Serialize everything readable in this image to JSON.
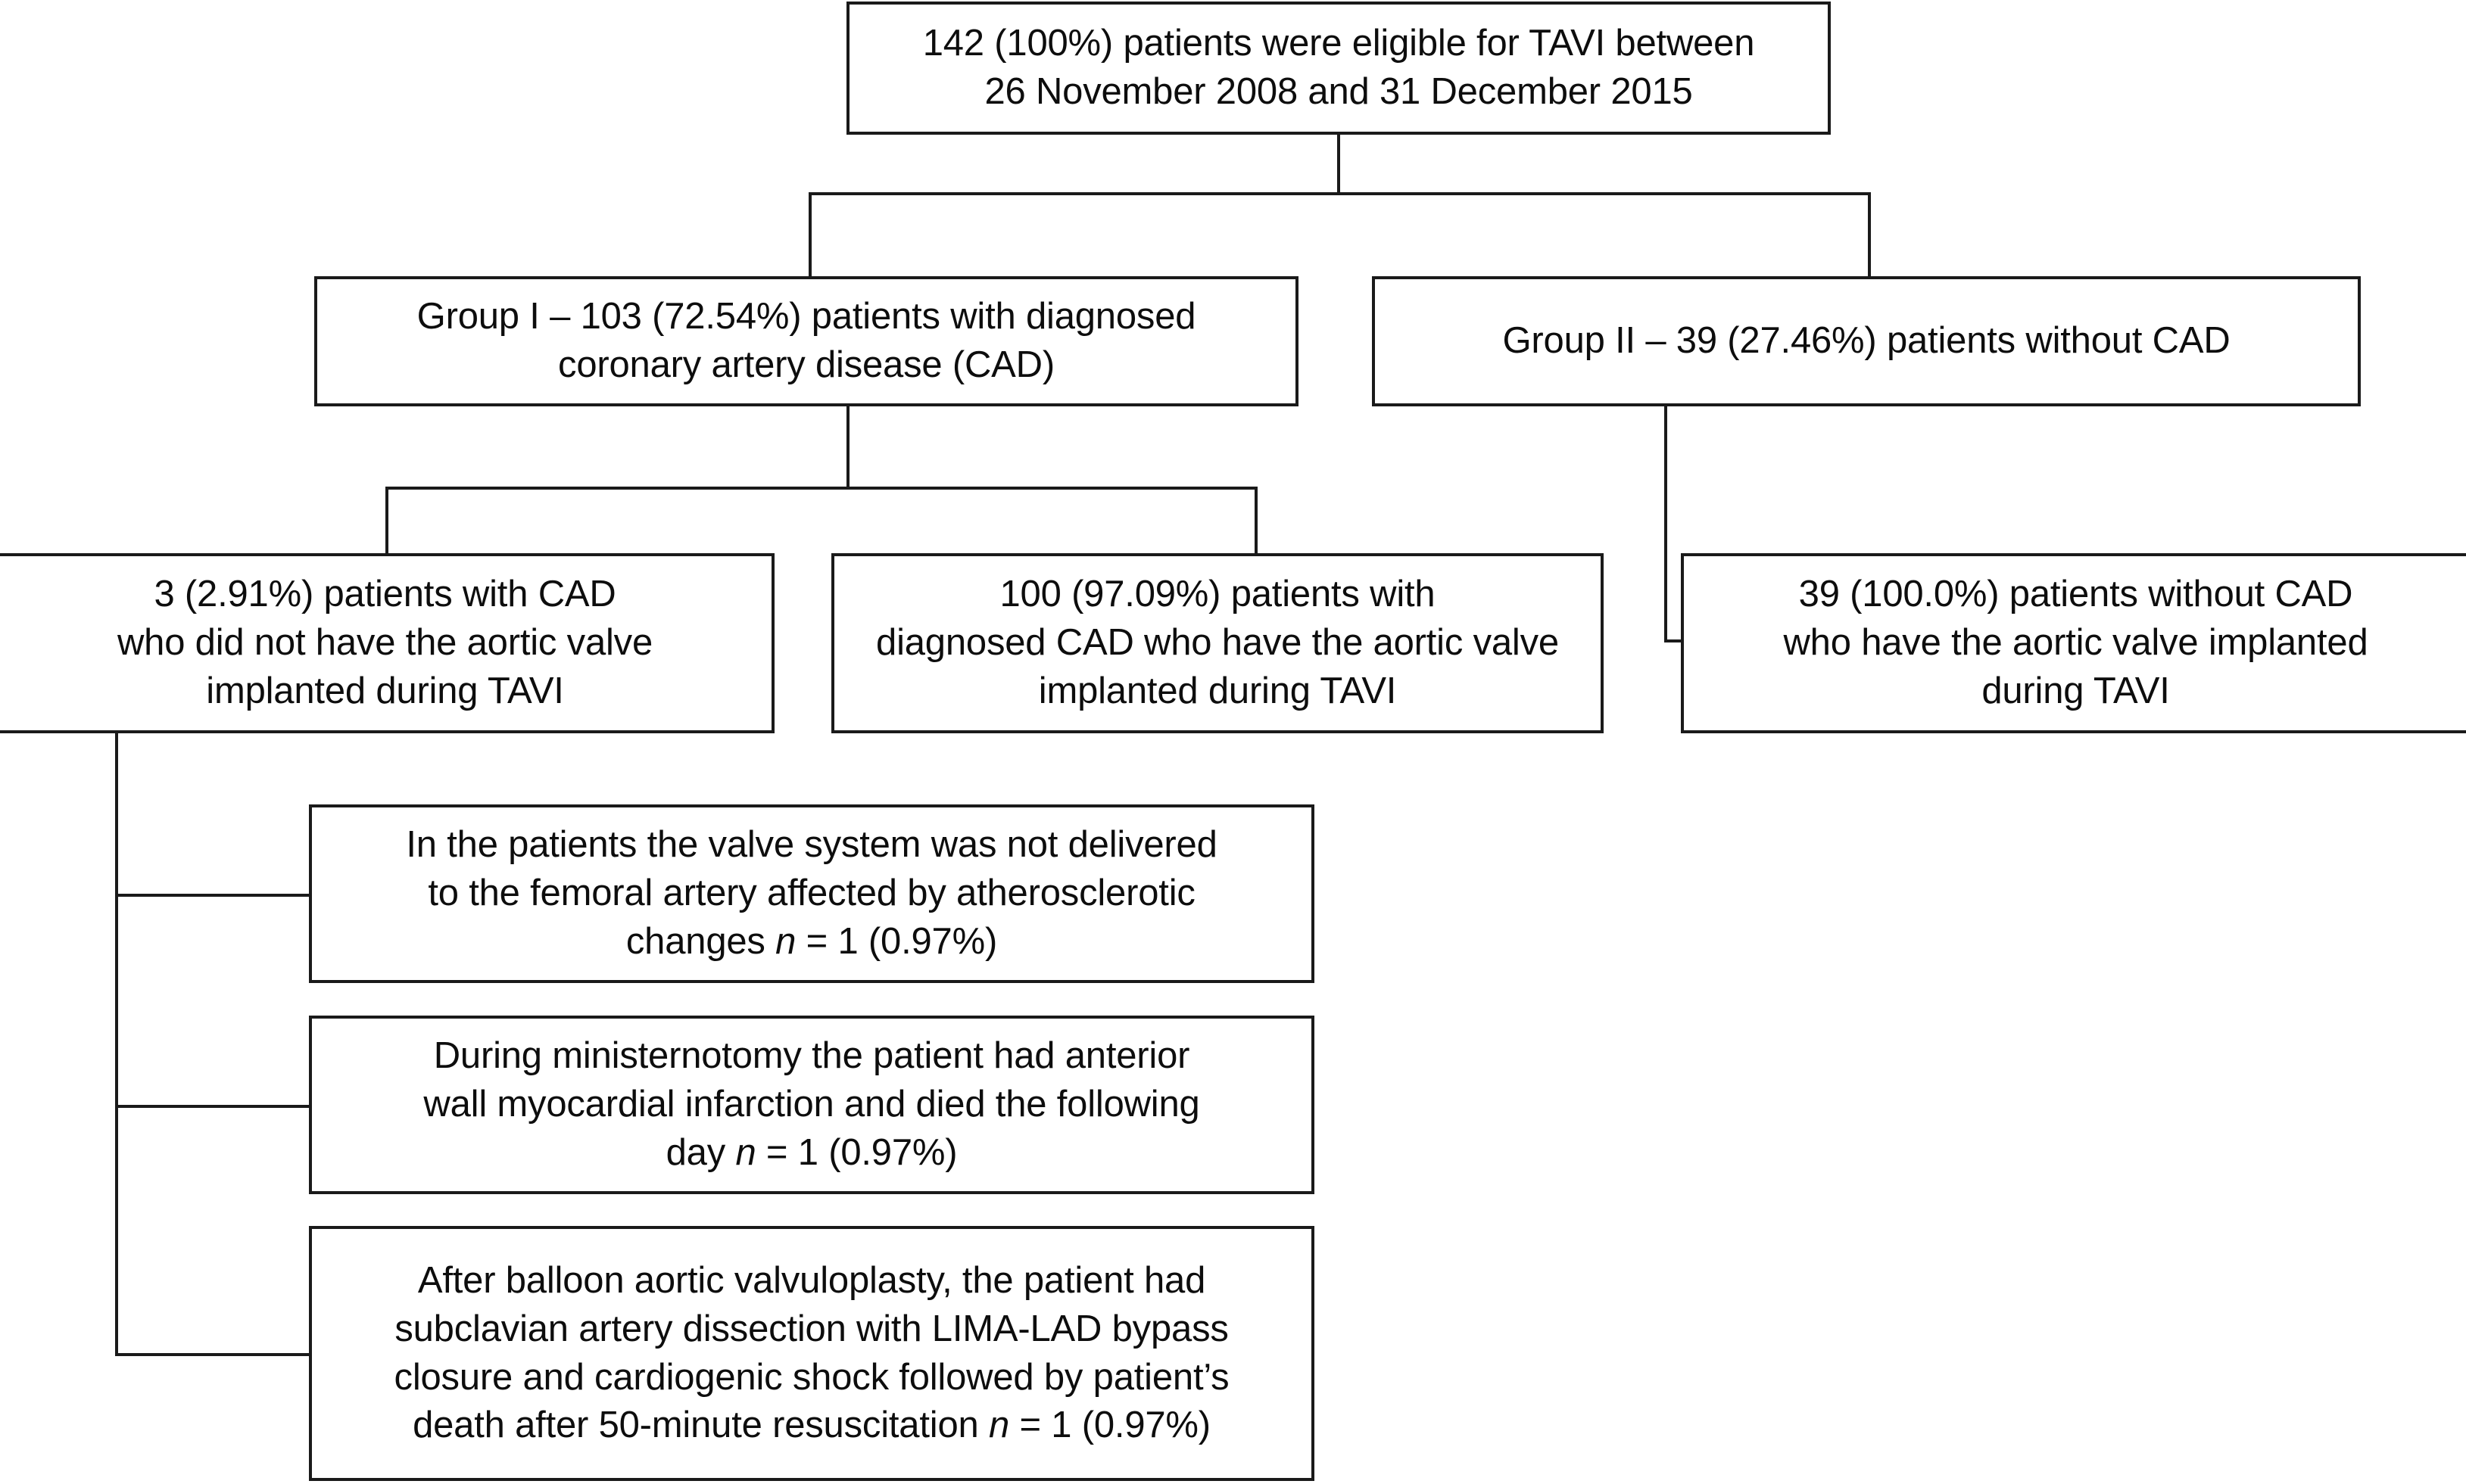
{
  "diagram": {
    "title": "TAVI patient flow diagram",
    "colors": {
      "stroke": "#1a1a1a",
      "text": "#0d0d0d",
      "background": "#ffffff"
    },
    "nodes": {
      "root": {
        "id": "eligible-patients",
        "line1": "142 (100%) patients were eligible for TAVI between",
        "line2": "26 November 2008 and 31 December 2015",
        "count": 142,
        "percent": "100%"
      },
      "group1": {
        "id": "group-one",
        "line1": "Group I – 103 (72.54%) patients with diagnosed",
        "line2": "coronary artery disease (CAD)",
        "count": 103,
        "percent": "72.54%"
      },
      "group2": {
        "id": "group-two",
        "line1": "Group II – 39 (27.46%) patients without CAD",
        "count": 39,
        "percent": "27.46%"
      },
      "g1_no_implant": {
        "id": "cad-no-valve-implanted",
        "line1": "3 (2.91%) patients with CAD",
        "line2": "who did not have the aortic valve",
        "line3": "implanted during TAVI",
        "count": 3,
        "percent": "2.91%"
      },
      "g1_implant": {
        "id": "cad-valve-implanted",
        "line1": "100 (97.09%) patients with",
        "line2": "diagnosed CAD who have the aortic valve",
        "line3": "implanted during TAVI",
        "count": 100,
        "percent": "97.09%"
      },
      "g2_implant": {
        "id": "no-cad-valve-implanted",
        "line1": "39 (100.0%) patients without CAD",
        "line2": "who have the aortic valve implanted",
        "line3": "during TAVI",
        "count": 39,
        "percent": "100.0%"
      },
      "detail1": {
        "id": "detail-valve-not-delivered",
        "line1": "In the patients the valve system was not delivered",
        "line2": "to the femoral artery affected by atherosclerotic",
        "line3_pre": "changes ",
        "line3_n": "n",
        "line3_post": " = 1 (0.97%)",
        "count": 1,
        "percent": "0.97%"
      },
      "detail2": {
        "id": "detail-ministernotomy-infarction",
        "line1": "During ministernotomy the patient had anterior",
        "line2": "wall myocardial infarction and died the following",
        "line3_pre": "day ",
        "line3_n": "n",
        "line3_post": " = 1 (0.97%)",
        "count": 1,
        "percent": "0.97%"
      },
      "detail3": {
        "id": "detail-balloon-valvuloplasty-dissection",
        "line1": "After balloon aortic valvuloplasty, the patient had",
        "line2": "subclavian artery dissection with LIMA-LAD bypass",
        "line3": "closure and cardiogenic shock followed by patient’s",
        "line4_pre": "death after 50-minute resuscitation ",
        "line4_n": "n",
        "line4_post": " = 1 (0.97%)",
        "count": 1,
        "percent": "0.97%"
      }
    }
  }
}
